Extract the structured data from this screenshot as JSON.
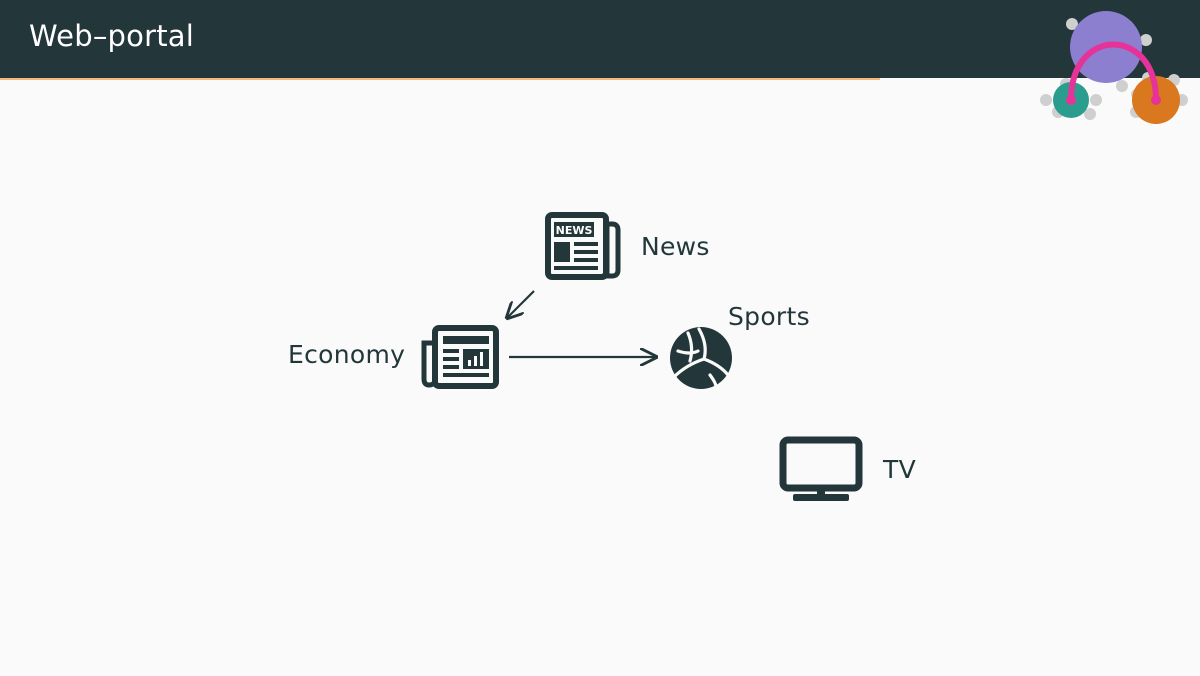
{
  "header": {
    "title": "Web–portal",
    "colors": {
      "bar": "#23373b",
      "accent": "#eb811b"
    }
  },
  "diagram": {
    "nodes": [
      {
        "id": "news",
        "label": "News",
        "icon": "newspaper-icon",
        "icon_text": "NEWS"
      },
      {
        "id": "sports",
        "label": "Sports",
        "icon": "volleyball-icon"
      },
      {
        "id": "economy",
        "label": "Economy",
        "icon": "economy-newspaper-icon"
      },
      {
        "id": "tv",
        "label": "TV",
        "icon": "tv-icon"
      }
    ],
    "edges": [
      {
        "from": "news",
        "to": "economy"
      },
      {
        "from": "economy",
        "to": "sports"
      }
    ]
  },
  "logo": {
    "icon": "network-logo-icon",
    "colors": {
      "top": "#8c7fd0",
      "left": "#2a9d8f",
      "right": "#d9781e",
      "arc": "#e6339a",
      "dots": "#cfcfcf"
    }
  }
}
